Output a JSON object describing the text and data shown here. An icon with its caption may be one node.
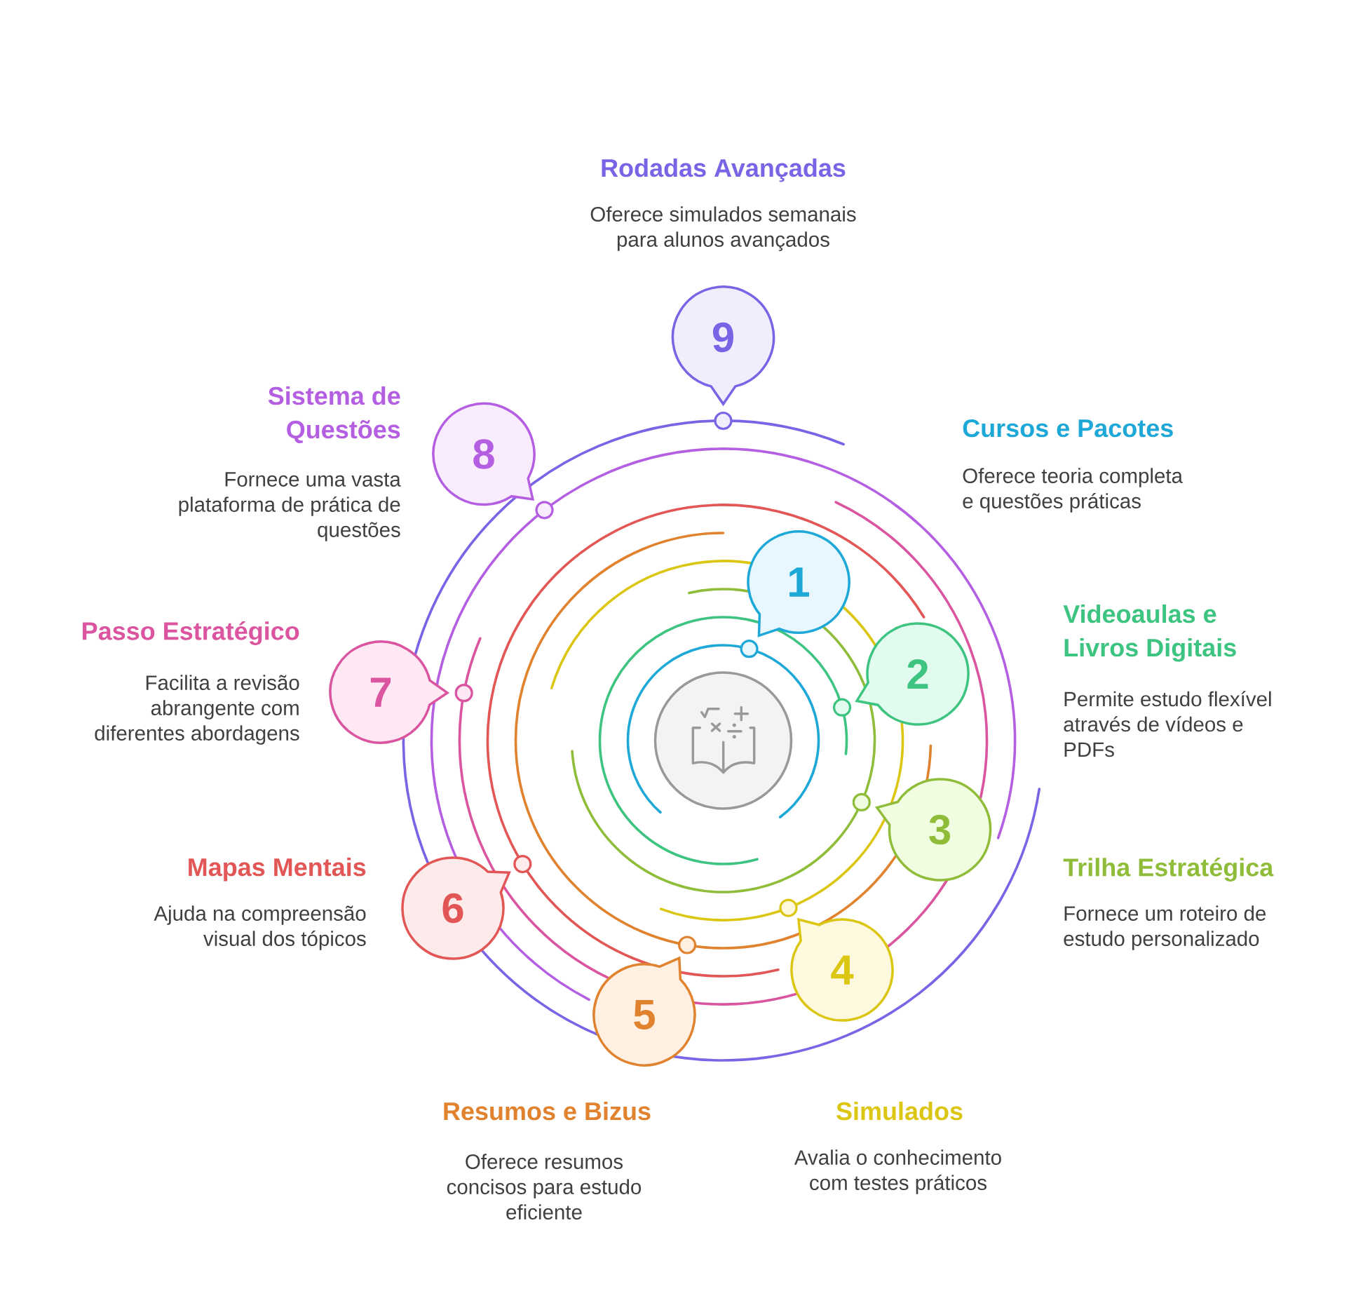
{
  "diagram": {
    "nodes": [
      {
        "text": [
          "1"
        ],
        "beside": [
          "Cursos e Pacotes",
          "Oferece teoria completa e questões práticas"
        ]
      },
      {
        "text": [
          "2"
        ],
        "beside": [
          "Videoaulas e Livros Digitais",
          "Permite estudo flexível através de vídeos e PDFs"
        ]
      },
      {
        "text": [
          "3"
        ],
        "beside": [
          "Trilha Estratégica",
          "Fornece um roteiro de estudo personalizado"
        ]
      },
      {
        "text": [
          "4"
        ],
        "beside": [
          "Simulados",
          "Avalia o conhecimento com testes práticos"
        ]
      },
      {
        "text": [
          "5"
        ],
        "beside": [
          "Resumos e Bizus",
          "Oferece resumos concisos para estudo eficiente"
        ]
      },
      {
        "text": [
          "6"
        ],
        "beside": [
          "Mapas Mentais",
          "Ajuda na compreensão visual dos tópicos"
        ]
      },
      {
        "text": [
          "7"
        ],
        "beside": [
          "Passo Estratégico",
          "Facilita a revisão abrangente com diferentes abordagens"
        ]
      },
      {
        "text": [
          "8"
        ],
        "beside": [
          "Sistema de Questões",
          "Fornece uma vasta plataforma de prática de questões"
        ]
      },
      {
        "text": [
          "9"
        ],
        "beside": [
          "Rodadas Avançadas",
          "Oferece simulados semanais para alunos avançados"
        ]
      },
      {
        "text": [],
        "shape": "circle"
      }
    ]
  }
}
